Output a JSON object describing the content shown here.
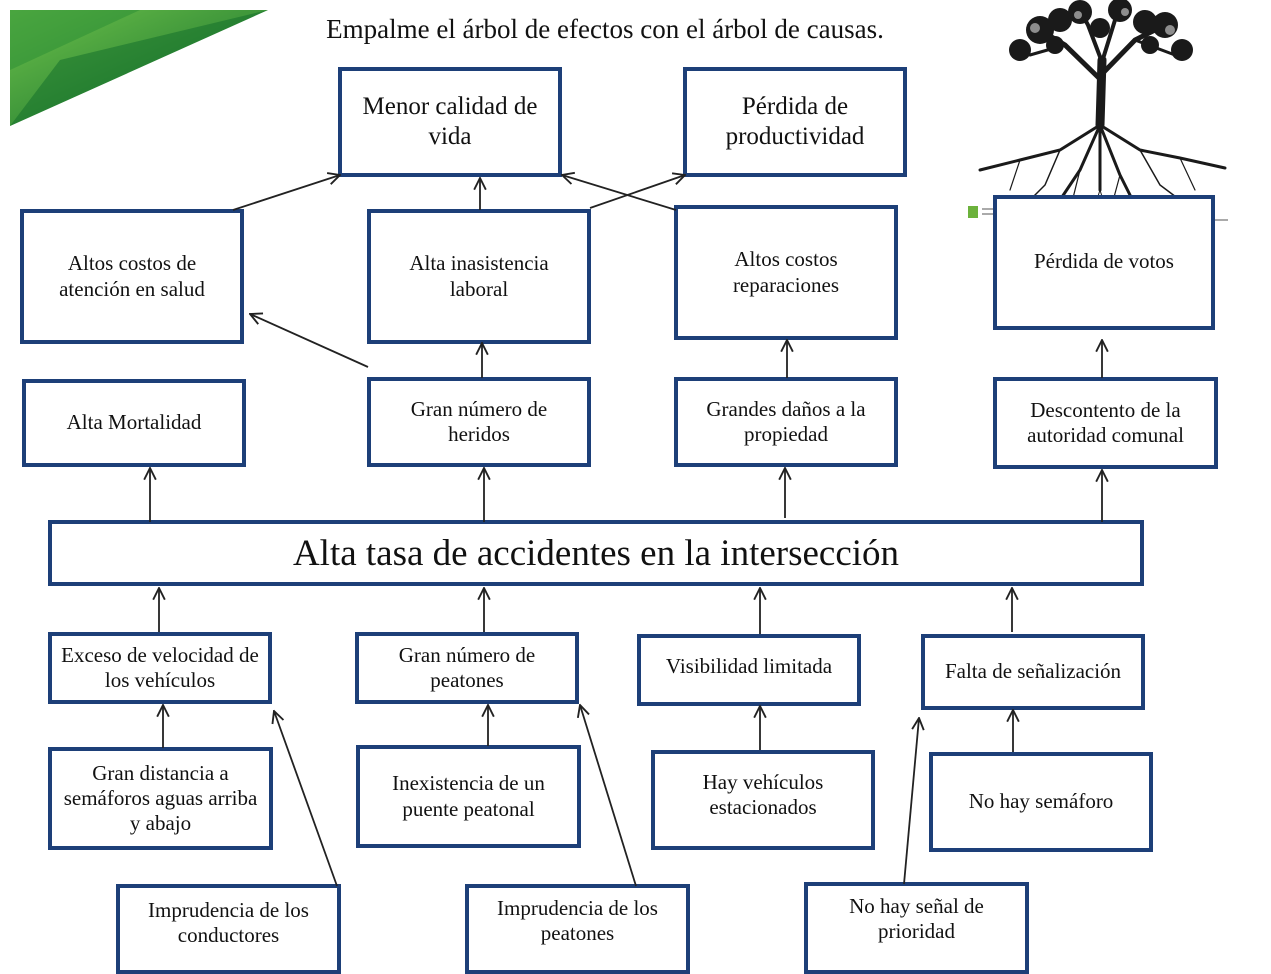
{
  "title": "Empalme el árbol de efectos con el árbol de causas.",
  "central_problem": "Alta tasa de accidentes en la intersección",
  "effects_top": {
    "e_calidad": "Menor calidad de vida",
    "e_productividad": "Pérdida de productividad"
  },
  "effects_mid": {
    "e_costos_salud": "Altos costos de atención en salud",
    "e_inasistencia": "Alta inasistencia laboral",
    "e_reparaciones": "Altos costos reparaciones",
    "e_votos": "Pérdida de votos"
  },
  "effects_low": {
    "e_mortalidad": "Alta Mortalidad",
    "e_heridos": "Gran número de heridos",
    "e_danos": "Grandes daños a la propiedad",
    "e_descontento": "Descontento de la autoridad comunal"
  },
  "causes_primary": {
    "c_velocidad": "Exceso de velocidad de los vehículos",
    "c_peatones": "Gran número de peatones",
    "c_visibilidad": "Visibilidad limitada",
    "c_senalizacion": "Falta de señalización"
  },
  "causes_secondary": {
    "c_distancia": "Gran distancia a semáforos aguas arriba y abajo",
    "c_puente": "Inexistencia de un puente peatonal",
    "c_estacionados": "Hay vehículos estacionados",
    "c_semaforo": "No hay semáforo"
  },
  "causes_tertiary": {
    "c_impr_conductores": "Imprudencia de los conductores",
    "c_impr_peatones": "Imprudencia de los peatones",
    "c_prioridad": "No hay señal de prioridad"
  },
  "colors": {
    "box_border": "#1d3f78",
    "arrow": "#222222",
    "corner_green_dark": "#0f6b2a",
    "corner_green_light": "#4cab3a",
    "tree": "#1a1a1a"
  },
  "icons": {
    "tree_image": "tree-with-roots-icon",
    "corner_decoration": "green-corner-banner"
  }
}
